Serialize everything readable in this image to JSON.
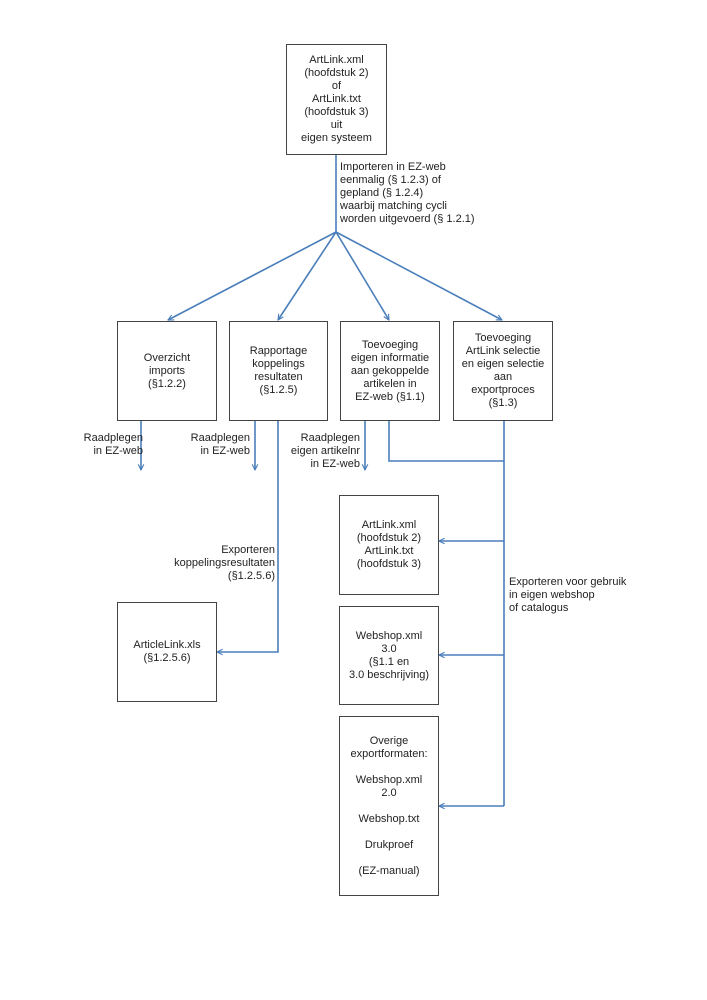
{
  "colors": {
    "line": "#4a7ebb",
    "border": "#444444",
    "text": "#222222"
  },
  "source": {
    "lines": [
      "ArtLink.xml",
      "(hoofdstuk 2)",
      "of",
      "ArtLink.txt",
      "(hoofdstuk 3)",
      "uit",
      "eigen systeem"
    ]
  },
  "import_label": {
    "lines": [
      "Importeren in EZ-web",
      "eenmalig (§ 1.2.3)  of",
      "gepland (§ 1.2.4)",
      "waarbij matching cycli",
      "worden uitgevoerd (§ 1.2.1)"
    ]
  },
  "boxes": {
    "overzicht": [
      "Overzicht",
      "imports",
      "(§1.2.2)"
    ],
    "rapportage": [
      "Rapportage",
      "koppelings",
      "resultaten",
      "(§1.2.5)"
    ],
    "toevoeging_info": [
      "Toevoeging",
      "eigen informatie",
      "aan gekoppelde",
      "artikelen in",
      "EZ-web (§1.1)"
    ],
    "toevoeging_artlink": [
      "Toevoeging",
      "ArtLink selectie",
      "en eigen selectie",
      "aan",
      "exportproces",
      "(§1.3)"
    ],
    "artlink_export": [
      "ArtLink.xml",
      "(hoofdstuk 2)",
      "ArtLink.txt",
      "(hoofdstuk 3)"
    ],
    "webshop30": [
      "Webshop.xml",
      "3.0",
      "(§1.1 en",
      "3.0 beschrijving)"
    ],
    "overige": [
      "Overige",
      "exportformaten:",
      "",
      "Webshop.xml",
      "2.0",
      "",
      "Webshop.txt",
      "",
      "Drukproef",
      "",
      "(EZ-manual)"
    ],
    "articlelink": [
      "ArticleLink.xls",
      "(§1.2.5.6)"
    ]
  },
  "labels": {
    "raadplegen1": [
      "Raadplegen",
      "in EZ-web"
    ],
    "raadplegen2": [
      "Raadplegen",
      "in EZ-web"
    ],
    "raadplegen3": [
      "Raadplegen",
      "eigen artikelnr",
      "in EZ-web"
    ],
    "exporteren_koppeling": [
      "Exporteren",
      "koppelingsresultaten",
      "(§1.2.5.6)"
    ],
    "exporteren_webshop": [
      "Exporteren voor gebruik",
      "in eigen webshop",
      "of catalogus"
    ]
  }
}
